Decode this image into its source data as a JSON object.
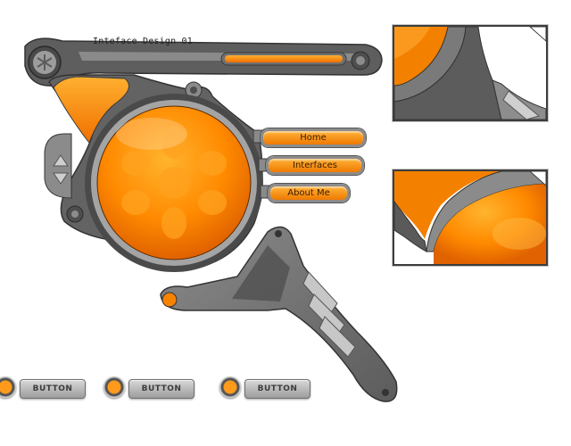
{
  "header": {
    "title": "Inteface Design 01"
  },
  "nav": {
    "home": "Home",
    "interfaces": "Interfaces",
    "about": "About Me"
  },
  "buttons": [
    {
      "label": "BUTTON"
    },
    {
      "label": "BUTTON"
    },
    {
      "label": "BUTTON"
    }
  ],
  "colors": {
    "orange": "#f57f00",
    "orange_light": "#ffb533",
    "frame_gray": "#6a6a6a",
    "frame_dark": "#3a3a3a",
    "frame_light": "#bdbdbd"
  },
  "icons": {
    "snowflake": "snowflake-icon",
    "up_arrow": "arrow-up-icon",
    "down_arrow": "arrow-down-icon"
  }
}
